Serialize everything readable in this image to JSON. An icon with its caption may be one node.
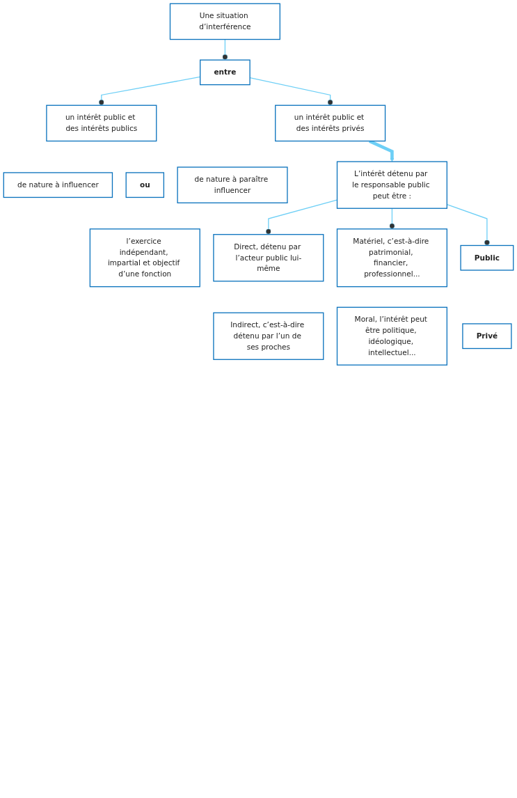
{
  "diagram": {
    "nodes": [
      {
        "text": [
          "Une situation d’interférence"
        ]
      },
      {
        "text": [
          "entre"
        ]
      },
      {
        "text": [
          "un intérêt public et des intérêts publics"
        ]
      },
      {
        "text": [
          "un intérêt public et des intérêts privés"
        ]
      },
      {
        "text": [
          "de nature à influencer"
        ]
      },
      {
        "text": [
          "ou"
        ]
      },
      {
        "text": [
          "de nature à paraître influencer"
        ]
      },
      {
        "text": [
          "l’exercice indépendant, impartial et objectif d’une fonction"
        ]
      },
      {
        "text": [
          "L’intérêt détenu par le responsable public peut être :"
        ]
      },
      {
        "text": [
          "Direct, détenu par l’acteur public lui-même"
        ]
      },
      {
        "text": [
          "Matériel, c’est-à-dire patrimonial, financier, professionnel..."
        ]
      },
      {
        "text": [
          "Public"
        ]
      },
      {
        "text": [
          "Indirect, c’est-à-dire détenu par l’un de ses proches"
        ]
      },
      {
        "text": [
          "Moral, l’intérêt peut être politique, idéologique, intellectuel..."
        ]
      },
      {
        "text": [
          "Privé"
        ]
      }
    ],
    "edges": [
      {
        "from": 0,
        "to": 1,
        "arrow": "other"
      },
      {
        "from": 1,
        "to": 2,
        "arrow": "other"
      },
      {
        "from": 1,
        "to": 3,
        "arrow": "other"
      },
      {
        "from": 3,
        "to": 8,
        "arrow": "to",
        "style": "thick"
      },
      {
        "from": 8,
        "to": 9,
        "arrow": "other"
      },
      {
        "from": 8,
        "to": 10,
        "arrow": "other"
      },
      {
        "from": 8,
        "to": 11,
        "arrow": "other"
      }
    ]
  }
}
